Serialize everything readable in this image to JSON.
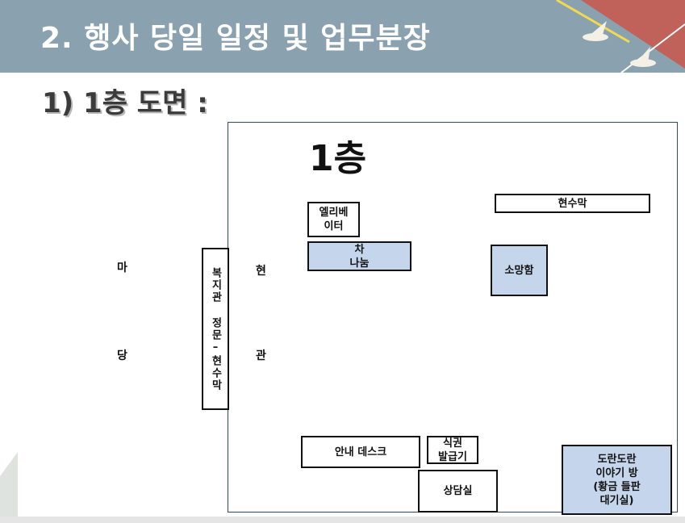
{
  "header": {
    "title": "2. 행사 당일 일정 및 업무분장",
    "bg_color": "#8aa2b0"
  },
  "subtitle": "1) 1층 도면 :",
  "floor_plan": {
    "floor_label": "1층",
    "rooms": {
      "elevator": "엘리베\n이터",
      "tea_sharing": "차\n나눔",
      "banner_right": "현수막",
      "fire_hydrant": "소망함",
      "welfare_gate": "복지관 정문–현수막",
      "info_desk": "안내 데스크",
      "meal_ticket": "식권\n발급기",
      "counseling": "상담실",
      "story_room": "도란도란\n이야기 방\n(황금 들판\n대기실)"
    },
    "side_labels": {
      "yard_top": "마",
      "yard_bottom": "당",
      "entrance_top": "현",
      "entrance_bottom": "관"
    },
    "accent_blue": "#c5d6ec"
  }
}
